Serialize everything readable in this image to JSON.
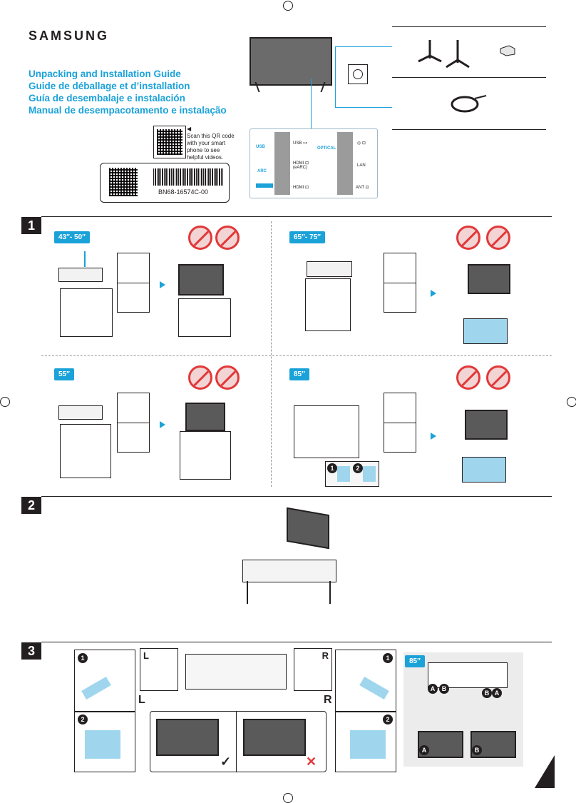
{
  "brand": "SAMSUNG",
  "titles": [
    "Unpacking and Installation Guide",
    "Guide de déballage et d’installation",
    "Guía de desembalaje e instalación",
    "Manual de desempacotamento e instalação"
  ],
  "qr_caption": "Scan this QR code with your smart phone to see helpful videos.",
  "part_number": "BN68-16574C-00",
  "ports": {
    "left_labels": [
      "USB",
      "ARC",
      ""
    ],
    "mid_labels": [
      "USB ⊶",
      "HDMI ⊡ (eARC)",
      "HDMI ⊡"
    ],
    "opt_labels": [
      "OPTICAL",
      "",
      ""
    ],
    "right_labels": [
      "◎ ⊡",
      "LAN",
      "ANT ⊡"
    ]
  },
  "sections": {
    "s1": "1",
    "s2": "2",
    "s3": "3"
  },
  "sizes": {
    "a": "43″- 50″",
    "b": "65″- 75″",
    "c": "55″",
    "d": "85″",
    "e": "85″"
  },
  "step_numbers": [
    "1",
    "2"
  ],
  "letters": {
    "L": "L",
    "R": "R",
    "A": "A",
    "B": "B"
  },
  "marks": {
    "ok": "✓",
    "bad": "✕"
  },
  "colors": {
    "accent": "#1ba2d9",
    "dark": "#231f20",
    "warning": "#e23838"
  }
}
